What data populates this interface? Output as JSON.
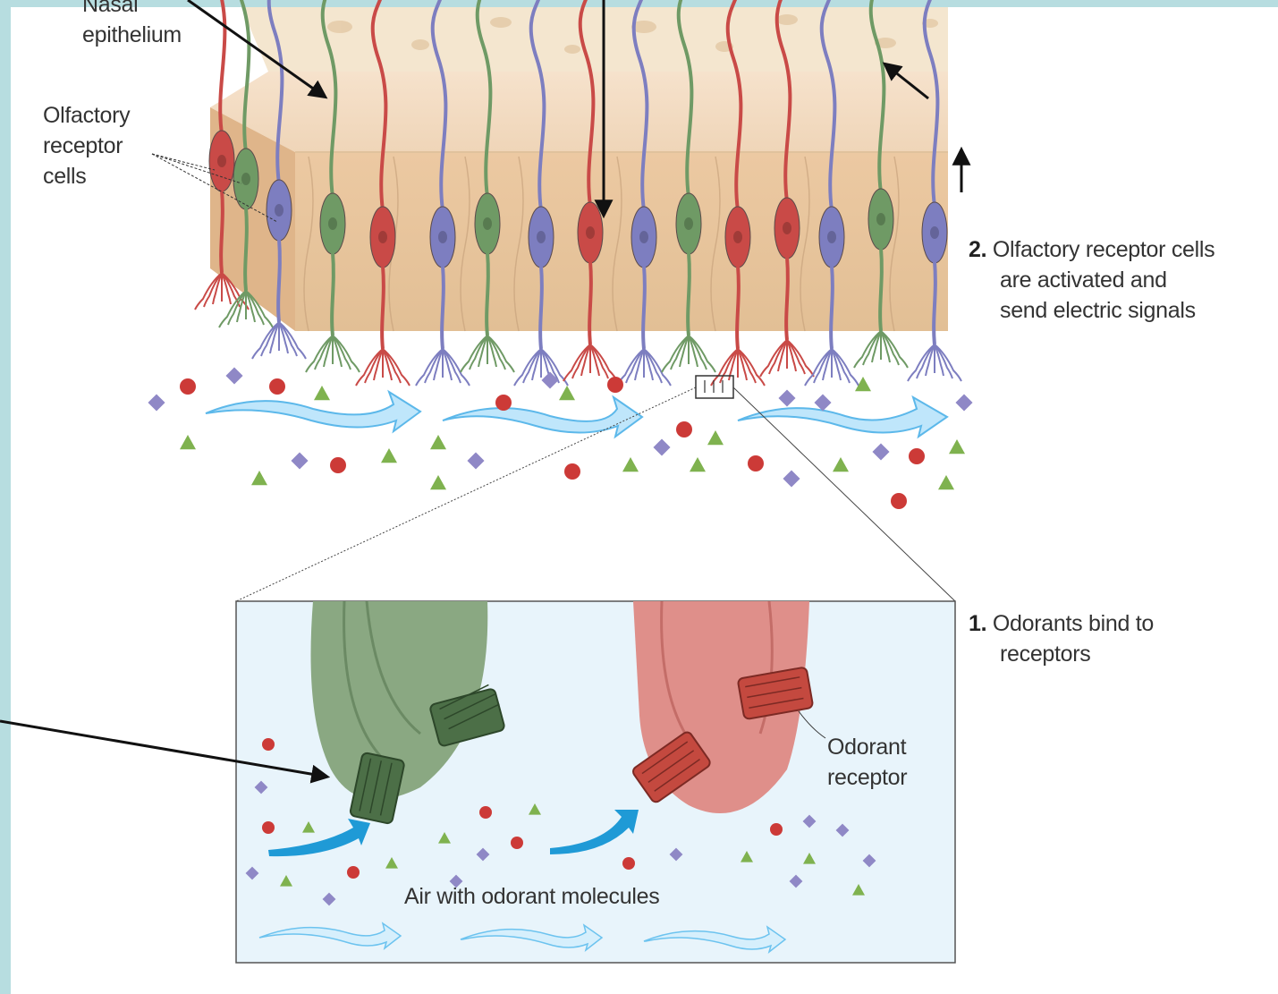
{
  "labels": {
    "nasal_epithelium": [
      "Nasal",
      "epithelium"
    ],
    "olfactory_receptor_cells": [
      "Olfactory",
      "receptor",
      "cells"
    ],
    "step2_num": "2.",
    "step2_lines": [
      "Olfactory receptor cells",
      "are activated and",
      "send electric signals"
    ],
    "step1_num": "1.",
    "step1_lines": [
      "Odorants bind to",
      "receptors"
    ],
    "odorant_receptor": [
      "Odorant",
      "receptor"
    ],
    "air_caption": "Air with odorant molecules"
  },
  "colors": {
    "frame": "#b7dde0",
    "mucus_layer": "#f2dcc4",
    "cell_layer": "#e9c9a0",
    "cell_red": "#c94a47",
    "cell_green": "#6f9a65",
    "cell_purple": "#7d7ec0",
    "molecule_red": "#cc3a37",
    "molecule_green": "#7fb24f",
    "molecule_purple": "#8f88c6",
    "air_flow": "#6cc3ef",
    "inset_bg": "#e8f4fb"
  }
}
